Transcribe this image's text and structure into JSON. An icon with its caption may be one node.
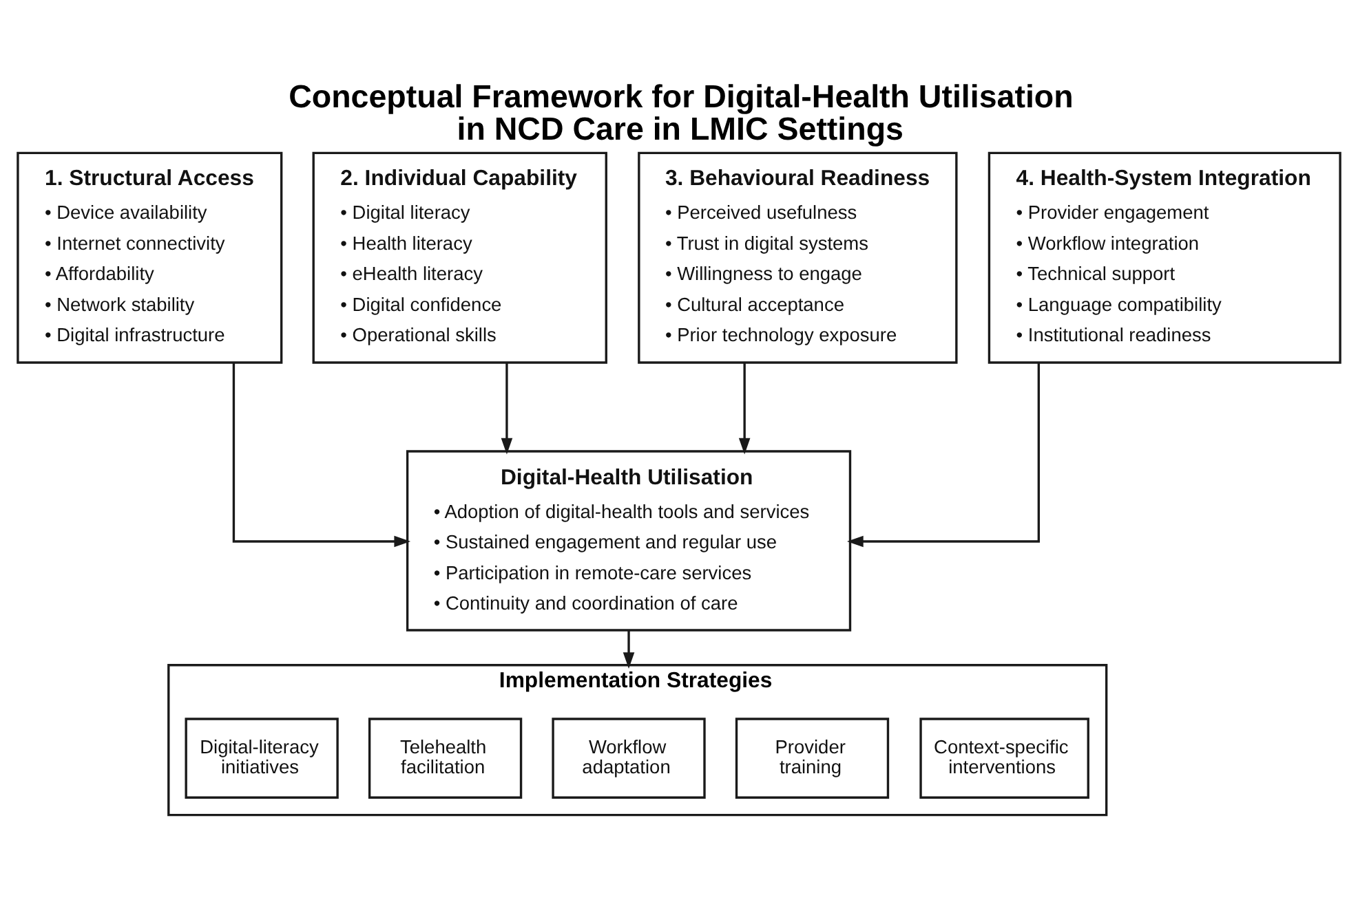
{
  "diagram": {
    "title": "Conceptual Framework for Digital-Health Utilisation in NCD Care in LMIC Settings",
    "nodes": [
      {
        "text": [
          "1. Structural Access",
          "• Device availability",
          "• Internet connectivity",
          "• Affordability",
          "• Network stability",
          "• Digital infrastructure"
        ]
      },
      {
        "text": [
          "2. Individual Capability",
          "• Digital literacy",
          "• Health literacy",
          "• eHealth literacy",
          "• Digital confidence",
          "• Operational skills"
        ]
      },
      {
        "text": [
          "3. Behavioural Readiness",
          "• Perceived usefulness",
          "• Trust in digital systems",
          "• Willingness to engage",
          "• Cultural acceptance",
          "• Prior technology exposure"
        ]
      },
      {
        "text": [
          "4. Health-System Integration",
          "• Provider engagement",
          "• Workflow integration",
          "• Technical support",
          "• Language compatibility",
          "• Institutional readiness"
        ]
      },
      {
        "text": [
          "Digital-Health Utilisation",
          "• Adoption of digital-health tools and services",
          "• Sustained engagement and regular use",
          "• Participation in remote-care services",
          "• Continuity and coordination of care"
        ]
      },
      {
        "text": [
          "Implementation Strategies"
        ]
      },
      {
        "text": [
          "Digital-literacy initiatives"
        ],
        "in": 5
      },
      {
        "text": [
          "Telehealth facilitation"
        ],
        "in": 5
      },
      {
        "text": [
          "Workflow adaptation"
        ],
        "in": 5
      },
      {
        "text": [
          "Provider training"
        ],
        "in": 5
      },
      {
        "text": [
          "Context-specific interventions"
        ],
        "in": 5
      }
    ],
    "edges": [
      {
        "from": 0,
        "to": 4,
        "arrow": "to"
      },
      {
        "from": 1,
        "to": 4,
        "arrow": "to"
      },
      {
        "from": 2,
        "to": 4,
        "arrow": "to"
      },
      {
        "from": 3,
        "to": 4,
        "arrow": "to"
      },
      {
        "from": 4,
        "to": 5,
        "arrow": "to"
      }
    ]
  }
}
